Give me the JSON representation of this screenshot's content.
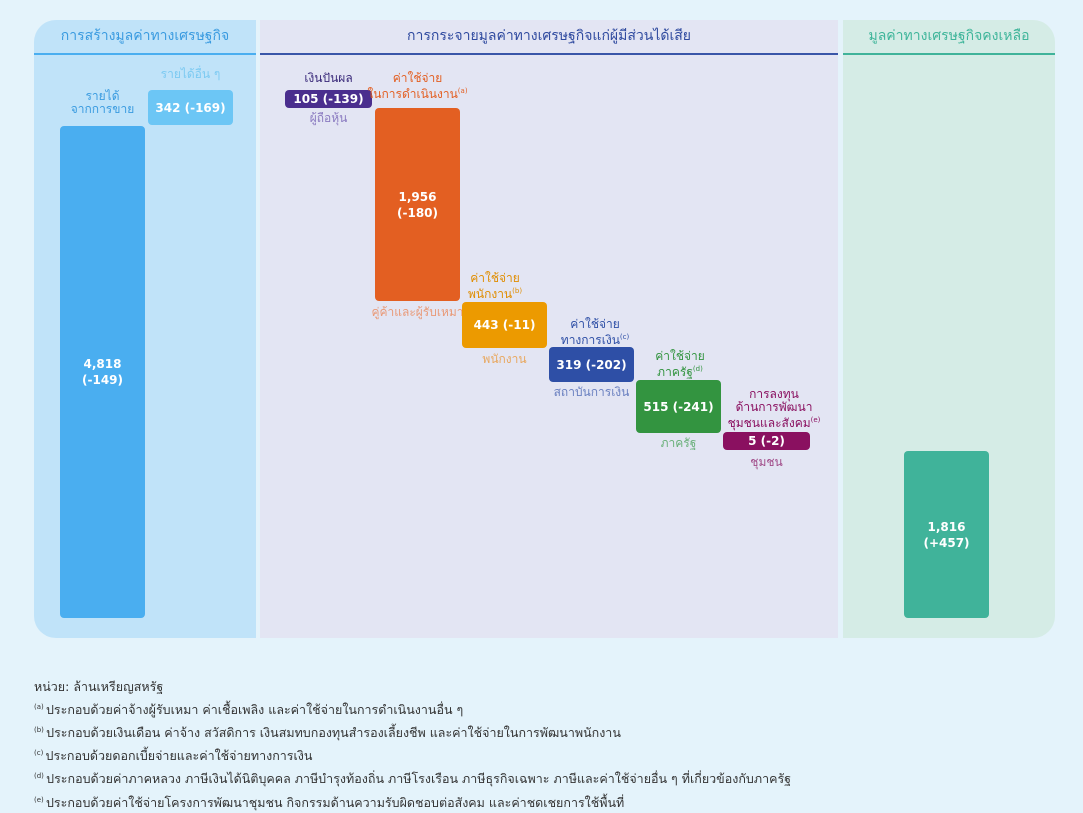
{
  "panels": {
    "creation": "การสร้างมูลค่าทางเศรษฐกิจ",
    "distribution": "การกระจายมูลค่าทางเศรษฐกิจแก่ผู้มีส่วนได้เสีย",
    "retained": "มูลค่าทางเศรษฐกิจคงเหลือ"
  },
  "chart_data": {
    "type": "waterfall",
    "unit": "ล้านเหรียญสหรัฐ",
    "items": [
      {
        "title": "รายได้\nจากการขาย",
        "sub": "",
        "value": 4818,
        "change": -149,
        "display": "4,818\n(-149)",
        "color": "#4aaef0"
      },
      {
        "title": "รายได้อื่น ๆ",
        "sub": "",
        "value": 342,
        "change": -169,
        "display": "342 (-169)",
        "color": "#6cc6f5"
      },
      {
        "title": "เงินปันผล",
        "sub": "ผู้ถือหุ้น",
        "value": 105,
        "change": -139,
        "display": "105 (-139)",
        "color": "#4a2e8e"
      },
      {
        "title": "ค่าใช้จ่าย\nในการดำเนินงาน",
        "note": "(a)",
        "sub": "คู่ค้าและผู้รับเหมา",
        "value": 1956,
        "change": -180,
        "display": "1,956\n(-180)",
        "color": "#e35f22"
      },
      {
        "title": "ค่าใช้จ่าย\nพนักงาน",
        "note": "(b)",
        "sub": "พนักงาน",
        "value": 443,
        "change": -11,
        "display": "443 (-11)",
        "color": "#ec9a00"
      },
      {
        "title": "ค่าใช้จ่าย\nทางการเงิน",
        "note": "(c)",
        "sub": "สถาบันการเงิน",
        "value": 319,
        "change": -202,
        "display": "319 (-202)",
        "color": "#2e4fa6"
      },
      {
        "title": "ค่าใช้จ่าย\nภาครัฐ",
        "note": "(d)",
        "sub": "ภาครัฐ",
        "value": 515,
        "change": -241,
        "display": "515 (-241)",
        "color": "#339440"
      },
      {
        "title": "การลงทุน\nด้านการพัฒนา\nชุมชนและสังคม",
        "note": "(e)",
        "sub": "ชุมชน",
        "value": 5,
        "change": -2,
        "display": "5 (-2)",
        "color": "#8a1060"
      },
      {
        "title": "",
        "sub": "",
        "value": 1816,
        "change": 457,
        "display": "1,816\n(+457)",
        "color": "#40b39a"
      }
    ]
  },
  "notes": {
    "unit": "หน่วย: ล้านเหรียญสหรัฐ",
    "items": [
      {
        "mark": "(a)",
        "text": "ประกอบด้วยค่าจ้างผู้รับเหมา ค่าเชื้อเพลิง และค่าใช้จ่ายในการดำเนินงานอื่น ๆ"
      },
      {
        "mark": "(b)",
        "text": "ประกอบด้วยเงินเดือน ค่าจ้าง สวัสดิการ เงินสมทบกองทุนสำรองเลี้ยงชีพ และค่าใช้จ่ายในการพัฒนาพนักงาน"
      },
      {
        "mark": "(c)",
        "text": "ประกอบด้วยดอกเบี้ยจ่ายและค่าใช้จ่ายทางการเงิน"
      },
      {
        "mark": "(d)",
        "text": "ประกอบด้วยค่าภาคหลวง ภาษีเงินได้นิติบุคคล ภาษีบำรุงท้องถิ่น ภาษีโรงเรือน ภาษีธุรกิจเฉพาะ ภาษีและค่าใช้จ่ายอื่น ๆ ที่เกี่ยวข้องกับภาครัฐ"
      },
      {
        "mark": "(e)",
        "text": "ประกอบด้วยค่าใช้จ่ายโครงการพัฒนาชุมชน กิจกรรมด้านความรับผิดชอบต่อสังคม และค่าชดเชยการใช้พื้นที่"
      }
    ]
  }
}
